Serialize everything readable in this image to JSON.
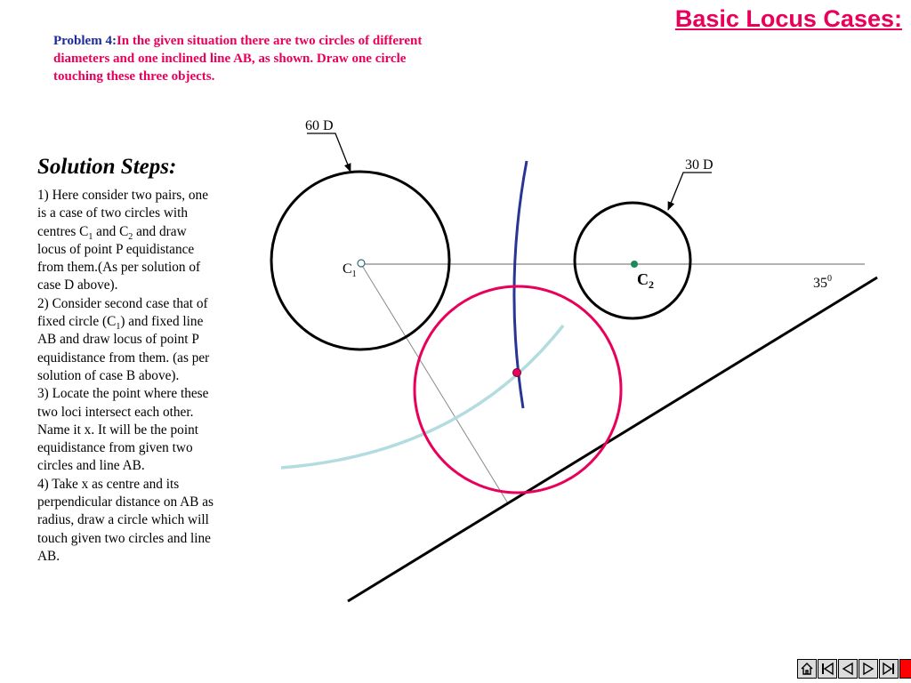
{
  "title": "Basic Locus Cases:",
  "problem": {
    "label": "Problem 4:",
    "text": "In the given situation there are two circles of different diameters and one inclined line AB, as shown. Draw one circle touching these three objects."
  },
  "solution": {
    "heading": "Solution Steps:",
    "step1": {
      "a": "1) Here consider two pairs, one is a case of two circles with centres C",
      "s1": "1",
      "b": " and C",
      "s2": "2",
      "c": " and draw locus of point P equidistance from them.(As per solution of case D above)."
    },
    "step2": {
      "a": " 2) Consider second case that of fixed circle (C",
      "s1": "1",
      "b": ") and fixed line AB and draw locus of point P equidistance from them. (as per solution of case B above)."
    },
    "step3": " 3) Locate the point where these two loci intersect each other. Name it x. It will be the point equidistance from given two circles and line AB.",
    "step4": " 4) Take x as centre and its perpendicular distance on AB as radius, draw a circle which will touch given two circles and line AB."
  },
  "diagram": {
    "label_60d": "60 D",
    "label_30d": "30 D",
    "c1_main": "C",
    "c1_sub": "1",
    "c2_main": "C",
    "c2_sub": "2",
    "angle_main": "35",
    "angle_sup": "0",
    "colors": {
      "given_circles": "#000000",
      "answer_circle": "#e8005a",
      "locus_circles": "#283593",
      "locus_line": "#b3dce0",
      "c2_dot": "#1a8a5a"
    }
  },
  "nav": {
    "icons": [
      "home-icon",
      "first-slide-icon",
      "previous-slide-icon",
      "next-slide-icon",
      "last-slide-icon",
      "end-show-icon"
    ]
  }
}
